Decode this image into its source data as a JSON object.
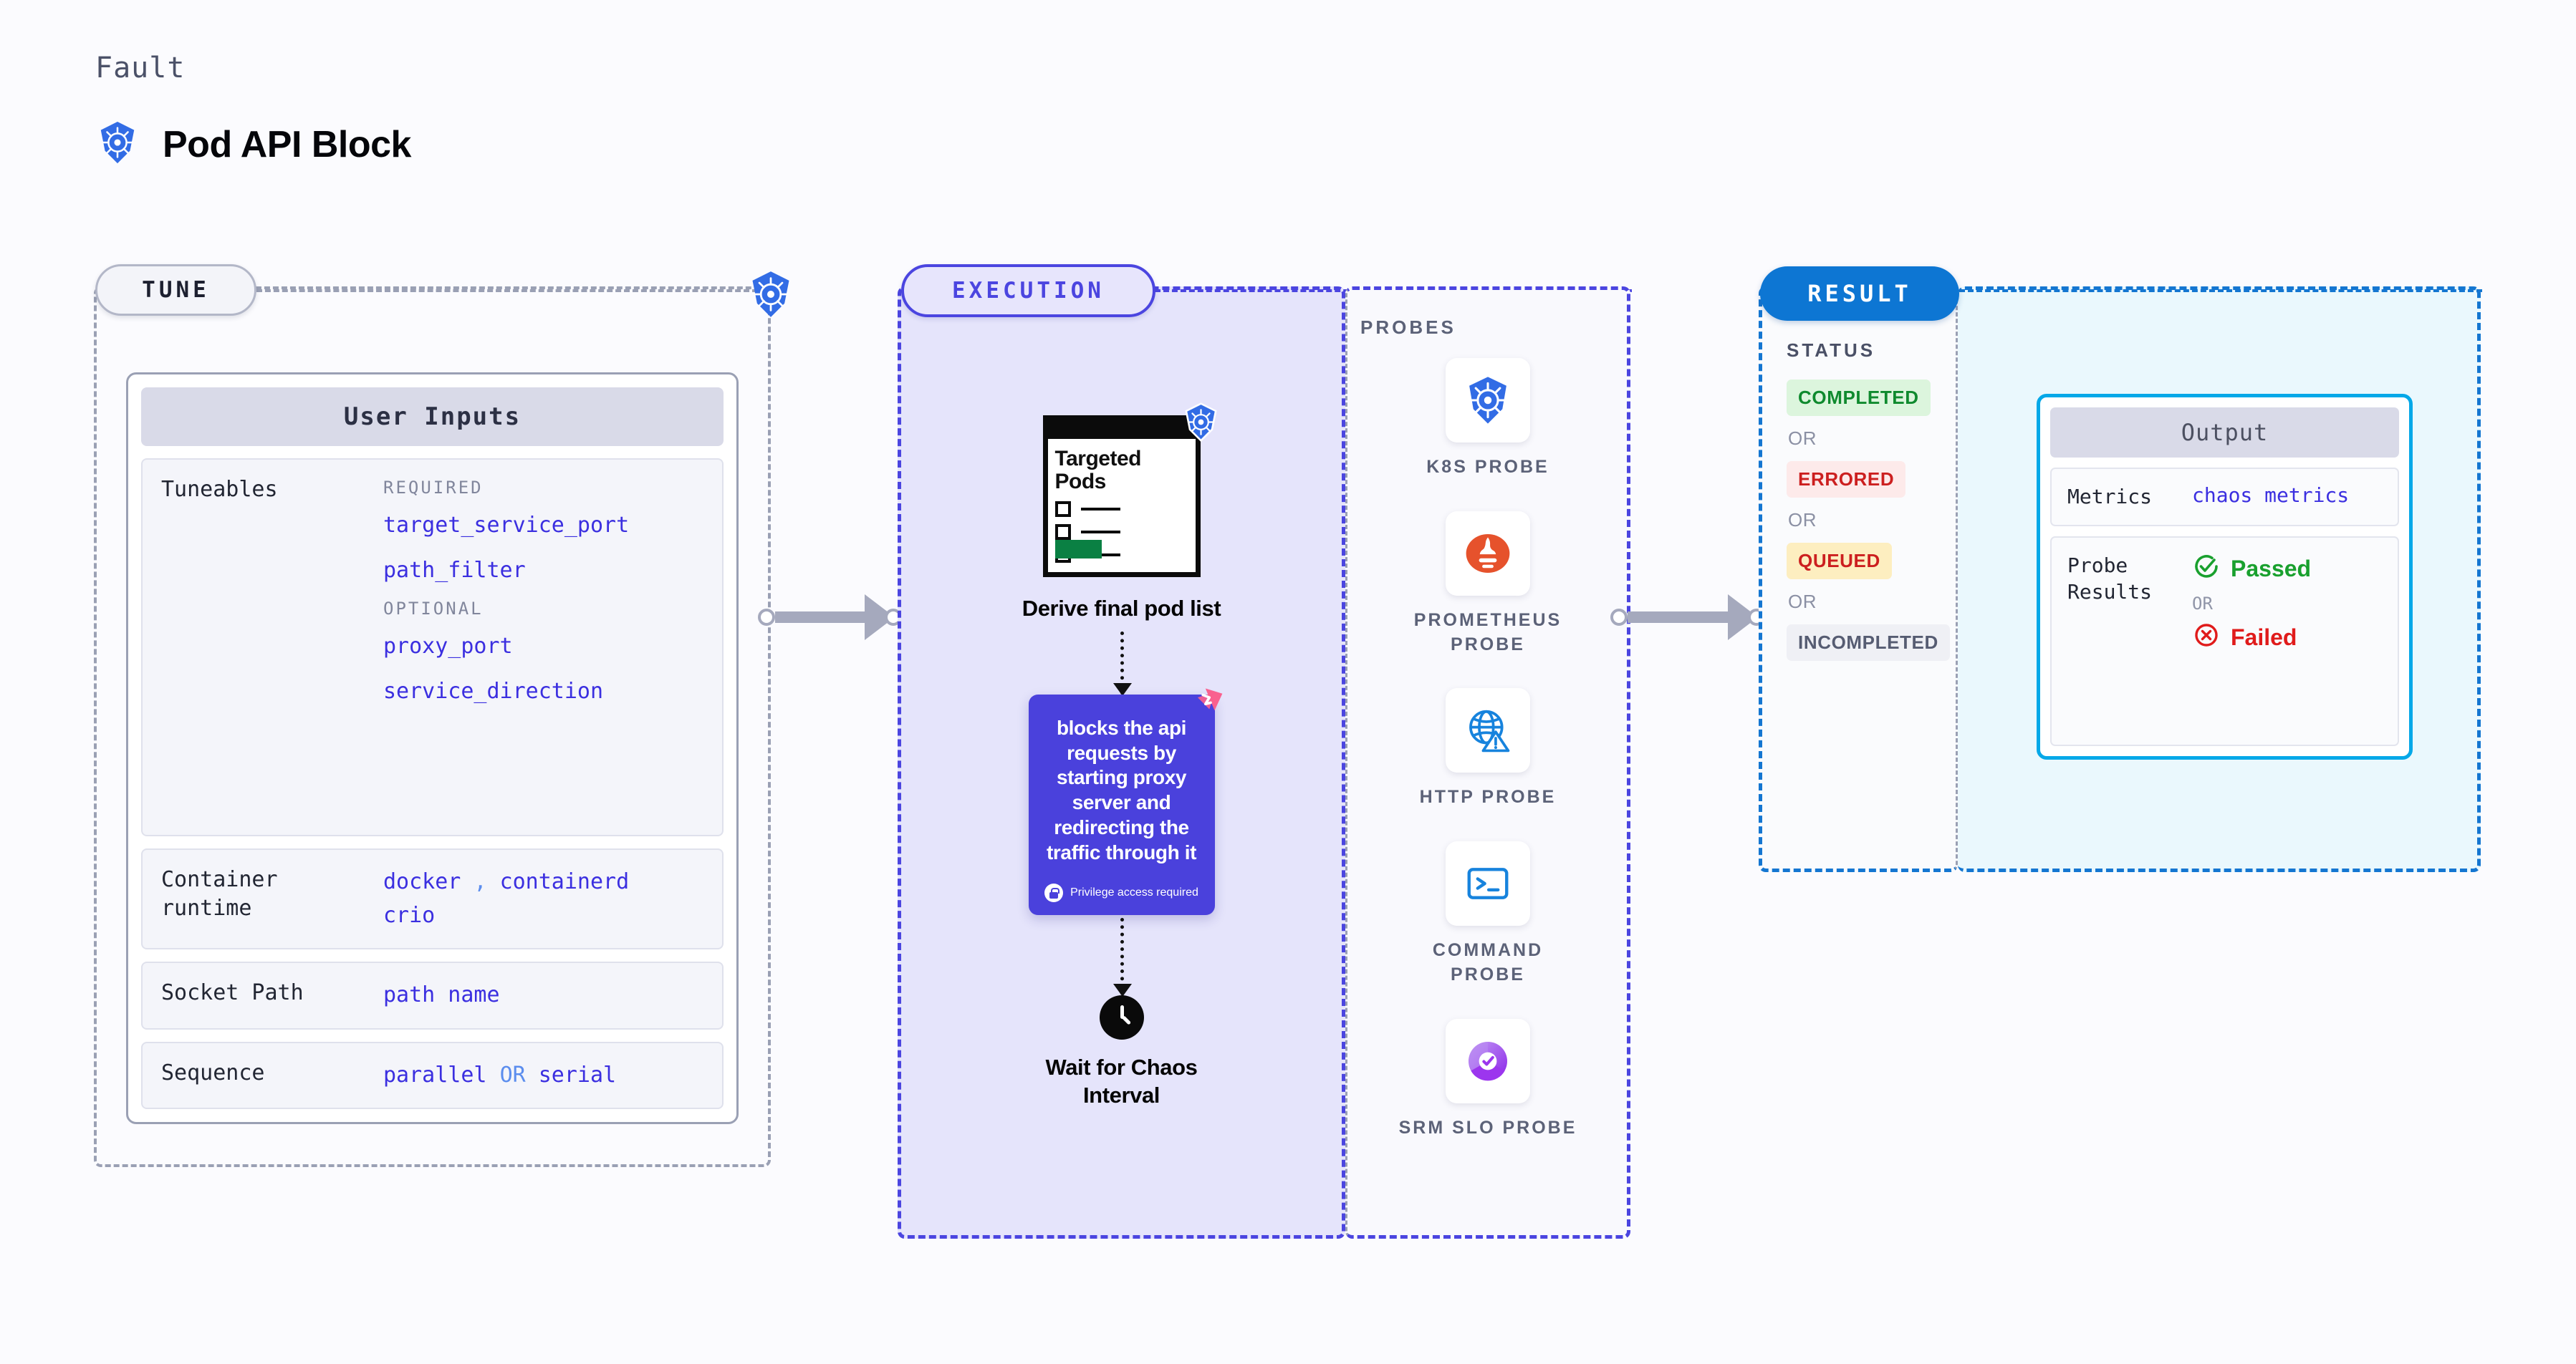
{
  "header": {
    "kicker": "Fault",
    "title": "Pod API Block",
    "icon": "kubernetes-icon"
  },
  "tune": {
    "pill_label": "TUNE",
    "border_icon": "kubernetes-icon",
    "card_title": "User Inputs",
    "rows": [
      {
        "label": "Tuneables",
        "groups": [
          {
            "caption": "REQUIRED",
            "values": [
              "target_service_port",
              "path_filter"
            ]
          },
          {
            "caption": "OPTIONAL",
            "values": [
              "proxy_port",
              "service_direction"
            ]
          }
        ]
      },
      {
        "label": "Container runtime",
        "values": [
          "docker",
          ",",
          "containerd",
          "crio"
        ]
      },
      {
        "label": "Socket Path",
        "values": [
          "path name"
        ]
      },
      {
        "label": "Sequence",
        "values": [
          "parallel",
          "OR",
          "serial"
        ]
      }
    ]
  },
  "execution": {
    "pill_label": "EXECUTION",
    "doc": {
      "title_line1": "Targeted",
      "title_line2": "Pods",
      "icon": "kubernetes-icon"
    },
    "step_caption": "Derive final pod list",
    "action_card": {
      "text": "blocks the api requests by starting proxy server and redirecting the traffic through it",
      "privilege_note": "Privilege access required",
      "privilege_icon": "lock-icon",
      "brand_icon": "litmus-chaos-icon",
      "color": "#4a41dc"
    },
    "wait_step": {
      "icon": "clock-icon",
      "caption_line1": "Wait for Chaos",
      "caption_line2": "Interval"
    }
  },
  "probes": {
    "title": "PROBES",
    "items": [
      {
        "name": "K8S PROBE",
        "icon": "kubernetes-icon"
      },
      {
        "name": "PROMETHEUS PROBE",
        "icon": "prometheus-icon"
      },
      {
        "name": "HTTP PROBE",
        "icon": "globe-warning-icon"
      },
      {
        "name": "COMMAND PROBE",
        "icon": "terminal-icon"
      },
      {
        "name": "SRM SLO PROBE",
        "icon": "srm-slo-icon"
      }
    ]
  },
  "result": {
    "pill_label": "RESULT",
    "status_title": "STATUS",
    "statuses": [
      {
        "label": "COMPLETED",
        "text_color": "#0f8a2e",
        "bg_color": "#dcf5dd"
      },
      {
        "label": "ERRORED",
        "text_color": "#cc1f1f",
        "bg_color": "#fdeaea"
      },
      {
        "label": "QUEUED",
        "text_color": "#cc1f1f",
        "bg_color": "#fdeec0"
      },
      {
        "label": "INCOMPLETED",
        "text_color": "#565c72",
        "bg_color": "#eff0f5"
      }
    ],
    "or_label": "OR",
    "output": {
      "title": "Output",
      "metrics_label": "Metrics",
      "metrics_value": "chaos metrics",
      "probe_results_label": "Probe Results",
      "passed_label": "Passed",
      "failed_label": "Failed",
      "passed_icon": "check-circle-icon",
      "failed_icon": "x-circle-icon",
      "or_label": "OR",
      "accent_color": "#05a8e8"
    }
  }
}
